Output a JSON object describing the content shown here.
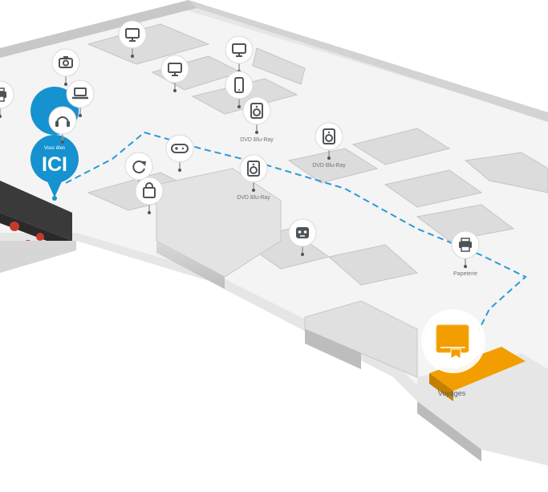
{
  "you_are_here": {
    "top": "Vous êtes",
    "big": "ICI"
  },
  "destination": {
    "label": "Voyages",
    "icon": "book-icon"
  },
  "colors": {
    "route": "#2a9ad6",
    "here_pin": "#1592cf",
    "destination": "#f29e00",
    "floor": "#f3f3f3",
    "wall": "#cfcfcf"
  },
  "sections": [
    {
      "icon": "monitor-icon",
      "label": ""
    },
    {
      "icon": "camera-icon",
      "label": ""
    },
    {
      "icon": "laptop-icon",
      "label": ""
    },
    {
      "icon": "monitor-icon",
      "label": ""
    },
    {
      "icon": "monitor-icon",
      "label": ""
    },
    {
      "icon": "smartphone-icon",
      "label": ""
    },
    {
      "icon": "headphones-icon",
      "label": ""
    },
    {
      "icon": "speaker-icon",
      "label": "DVD Blu-Ray"
    },
    {
      "icon": "speaker-icon",
      "label": "DVD Blu-Ray"
    },
    {
      "icon": "gamepad-icon",
      "label": ""
    },
    {
      "icon": "refresh-icon",
      "label": ""
    },
    {
      "icon": "shopping-bag-icon",
      "label": ""
    },
    {
      "icon": "speaker-icon",
      "label": "DVD Blu-Ray"
    },
    {
      "icon": "robot-icon",
      "label": ""
    },
    {
      "icon": "printer-icon",
      "label": "Papeterie"
    },
    {
      "icon": "printer-icon",
      "label": ""
    }
  ]
}
